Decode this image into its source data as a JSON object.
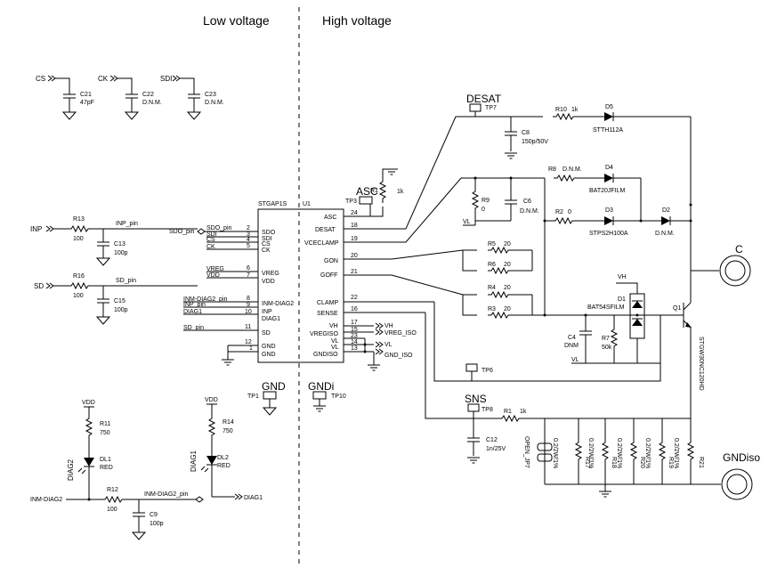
{
  "headers": {
    "low": "Low voltage",
    "high": "High voltage"
  },
  "caps_top": [
    {
      "net": "CS",
      "ref": "C21",
      "val": "47pF"
    },
    {
      "net": "CK",
      "ref": "C22",
      "val": "D.N.M."
    },
    {
      "net": "SDI",
      "ref": "C23",
      "val": "D.N.M."
    }
  ],
  "ic": {
    "part": "STGAP1S",
    "ref": "U1",
    "left_pins": [
      {
        "num": "2",
        "name": "SDO"
      },
      {
        "num": "3",
        "name": "SDI"
      },
      {
        "num": "4",
        "name": "CS"
      },
      {
        "num": "5",
        "name": "CK"
      },
      {
        "num": "6",
        "name": "VREG"
      },
      {
        "num": "7",
        "name": "VDD"
      },
      {
        "num": "8",
        "name": "INM-DIAG2"
      },
      {
        "num": "9",
        "name": "INP"
      },
      {
        "num": "10",
        "name": "DIAG1"
      },
      {
        "num": "11",
        "name": "SD"
      },
      {
        "num": "12",
        "name": "GND"
      },
      {
        "num": "1",
        "name": "GND"
      }
    ],
    "right_pins": [
      {
        "num": "24",
        "name": "ASC"
      },
      {
        "num": "18",
        "name": "DESAT"
      },
      {
        "num": "19",
        "name": "VCECLAMP"
      },
      {
        "num": "20",
        "name": "GON"
      },
      {
        "num": "21",
        "name": "GOFF"
      },
      {
        "num": "22",
        "name": "CLAMP"
      },
      {
        "num": "16",
        "name": "SENSE"
      },
      {
        "num": "17",
        "name": "VH"
      },
      {
        "num": "15",
        "name": "VREGISO"
      },
      {
        "num": "23",
        "name": "VL"
      },
      {
        "num": "14",
        "name": "VL"
      },
      {
        "num": "13",
        "name": "GNDISO"
      }
    ]
  },
  "left_nets": {
    "sdo_pin": "SDO_pin",
    "sdo": "SDO_pin",
    "sdi": "SDI",
    "cs": "CS",
    "ck": "CK",
    "vreg": "VREG",
    "vdd": "VDD",
    "inm_diag2_pin": "INM-DIAG2_pin",
    "inp_pin": "INP_pin",
    "diag1": "DIAG1",
    "sd_pin": "SD_pin"
  },
  "right_nets": {
    "vh": "VH",
    "vreg_iso": "VREG_ISO",
    "vl": "VL",
    "gnd_iso": "GND_ISO"
  },
  "inp_block": {
    "in": "INP",
    "ref": "R13",
    "val": "100",
    "net": "INP_pin",
    "cref": "C13",
    "cval": "100p"
  },
  "sd_block": {
    "in": "SD",
    "ref": "R16",
    "val": "100",
    "net": "SD_pin",
    "cref": "C15",
    "cval": "100p"
  },
  "asc": {
    "label": "ASC",
    "tp": "TP3",
    "rref": "R1",
    "rval": "1k"
  },
  "desat": {
    "label": "DESAT",
    "tp": "TP7",
    "cref": "C8",
    "cval": "150p/50V",
    "rref": "R10",
    "rval": "1k",
    "dref": "D5",
    "dval": "STTH112A"
  },
  "r8": {
    "ref": "R8",
    "val": "D.N.M.",
    "dref": "D4",
    "dval": "BAT20JFILM"
  },
  "r9": {
    "ref": "R9",
    "val": "0",
    "net": "VL",
    "cref": "C6",
    "cval": "D.N.M."
  },
  "r2": {
    "ref": "R2",
    "val": "0",
    "dref": "D3",
    "dval": "STPS2H100A",
    "d2ref": "D2",
    "d2val": "D.N.M."
  },
  "gate_res": [
    {
      "ref": "R5",
      "val": "20"
    },
    {
      "ref": "R6",
      "val": "20"
    },
    {
      "ref": "R4",
      "val": "20"
    },
    {
      "ref": "R3",
      "val": "20"
    }
  ],
  "d1": {
    "ref": "D1",
    "val": "BAT54SFILM",
    "net": "VH"
  },
  "c4": {
    "ref": "C4",
    "val": "DNM",
    "rref": "R7",
    "rval": "50k",
    "net": "VL"
  },
  "igbt": {
    "ref": "Q1",
    "val": "STGW30NC120HD"
  },
  "terminals": {
    "c": "C",
    "gndiso": "GNDiso"
  },
  "tp6": "TP6",
  "sns": {
    "label": "SNS",
    "tp": "TP8",
    "cref": "C12",
    "cval": "1n/25V",
    "rref": "R1",
    "rval": "1k",
    "jp": "OPEN_JP7"
  },
  "shunts": [
    {
      "ref": "R17",
      "val": "0.2/2W/1%"
    },
    {
      "ref": "R18",
      "val": "0.2/2W/1%"
    },
    {
      "ref": "R20",
      "val": "0.2/2W/1%"
    },
    {
      "ref": "R19",
      "val": "0.2/2W/1%"
    },
    {
      "ref": "R21",
      "val": "0.2/2W/1%"
    }
  ],
  "gnd_tp": {
    "label": "GND",
    "tp": "TP1"
  },
  "gndi_tp": {
    "label": "GNDi",
    "tp": "TP10"
  },
  "diag2": {
    "vdd": "VDD",
    "rref": "R11",
    "rval": "750",
    "led": "DL1",
    "color": "RED",
    "name": "DIAG2",
    "r12": "R12",
    "r12val": "100",
    "in": "INM-DIAG2",
    "net": "INM-DIAG2_pin",
    "cref": "C9",
    "cval": "100p"
  },
  "diag1": {
    "vdd": "VDD",
    "rref": "R14",
    "rval": "750",
    "led": "DL2",
    "color": "RED",
    "name": "DIAG1",
    "net": "DIAG1"
  }
}
